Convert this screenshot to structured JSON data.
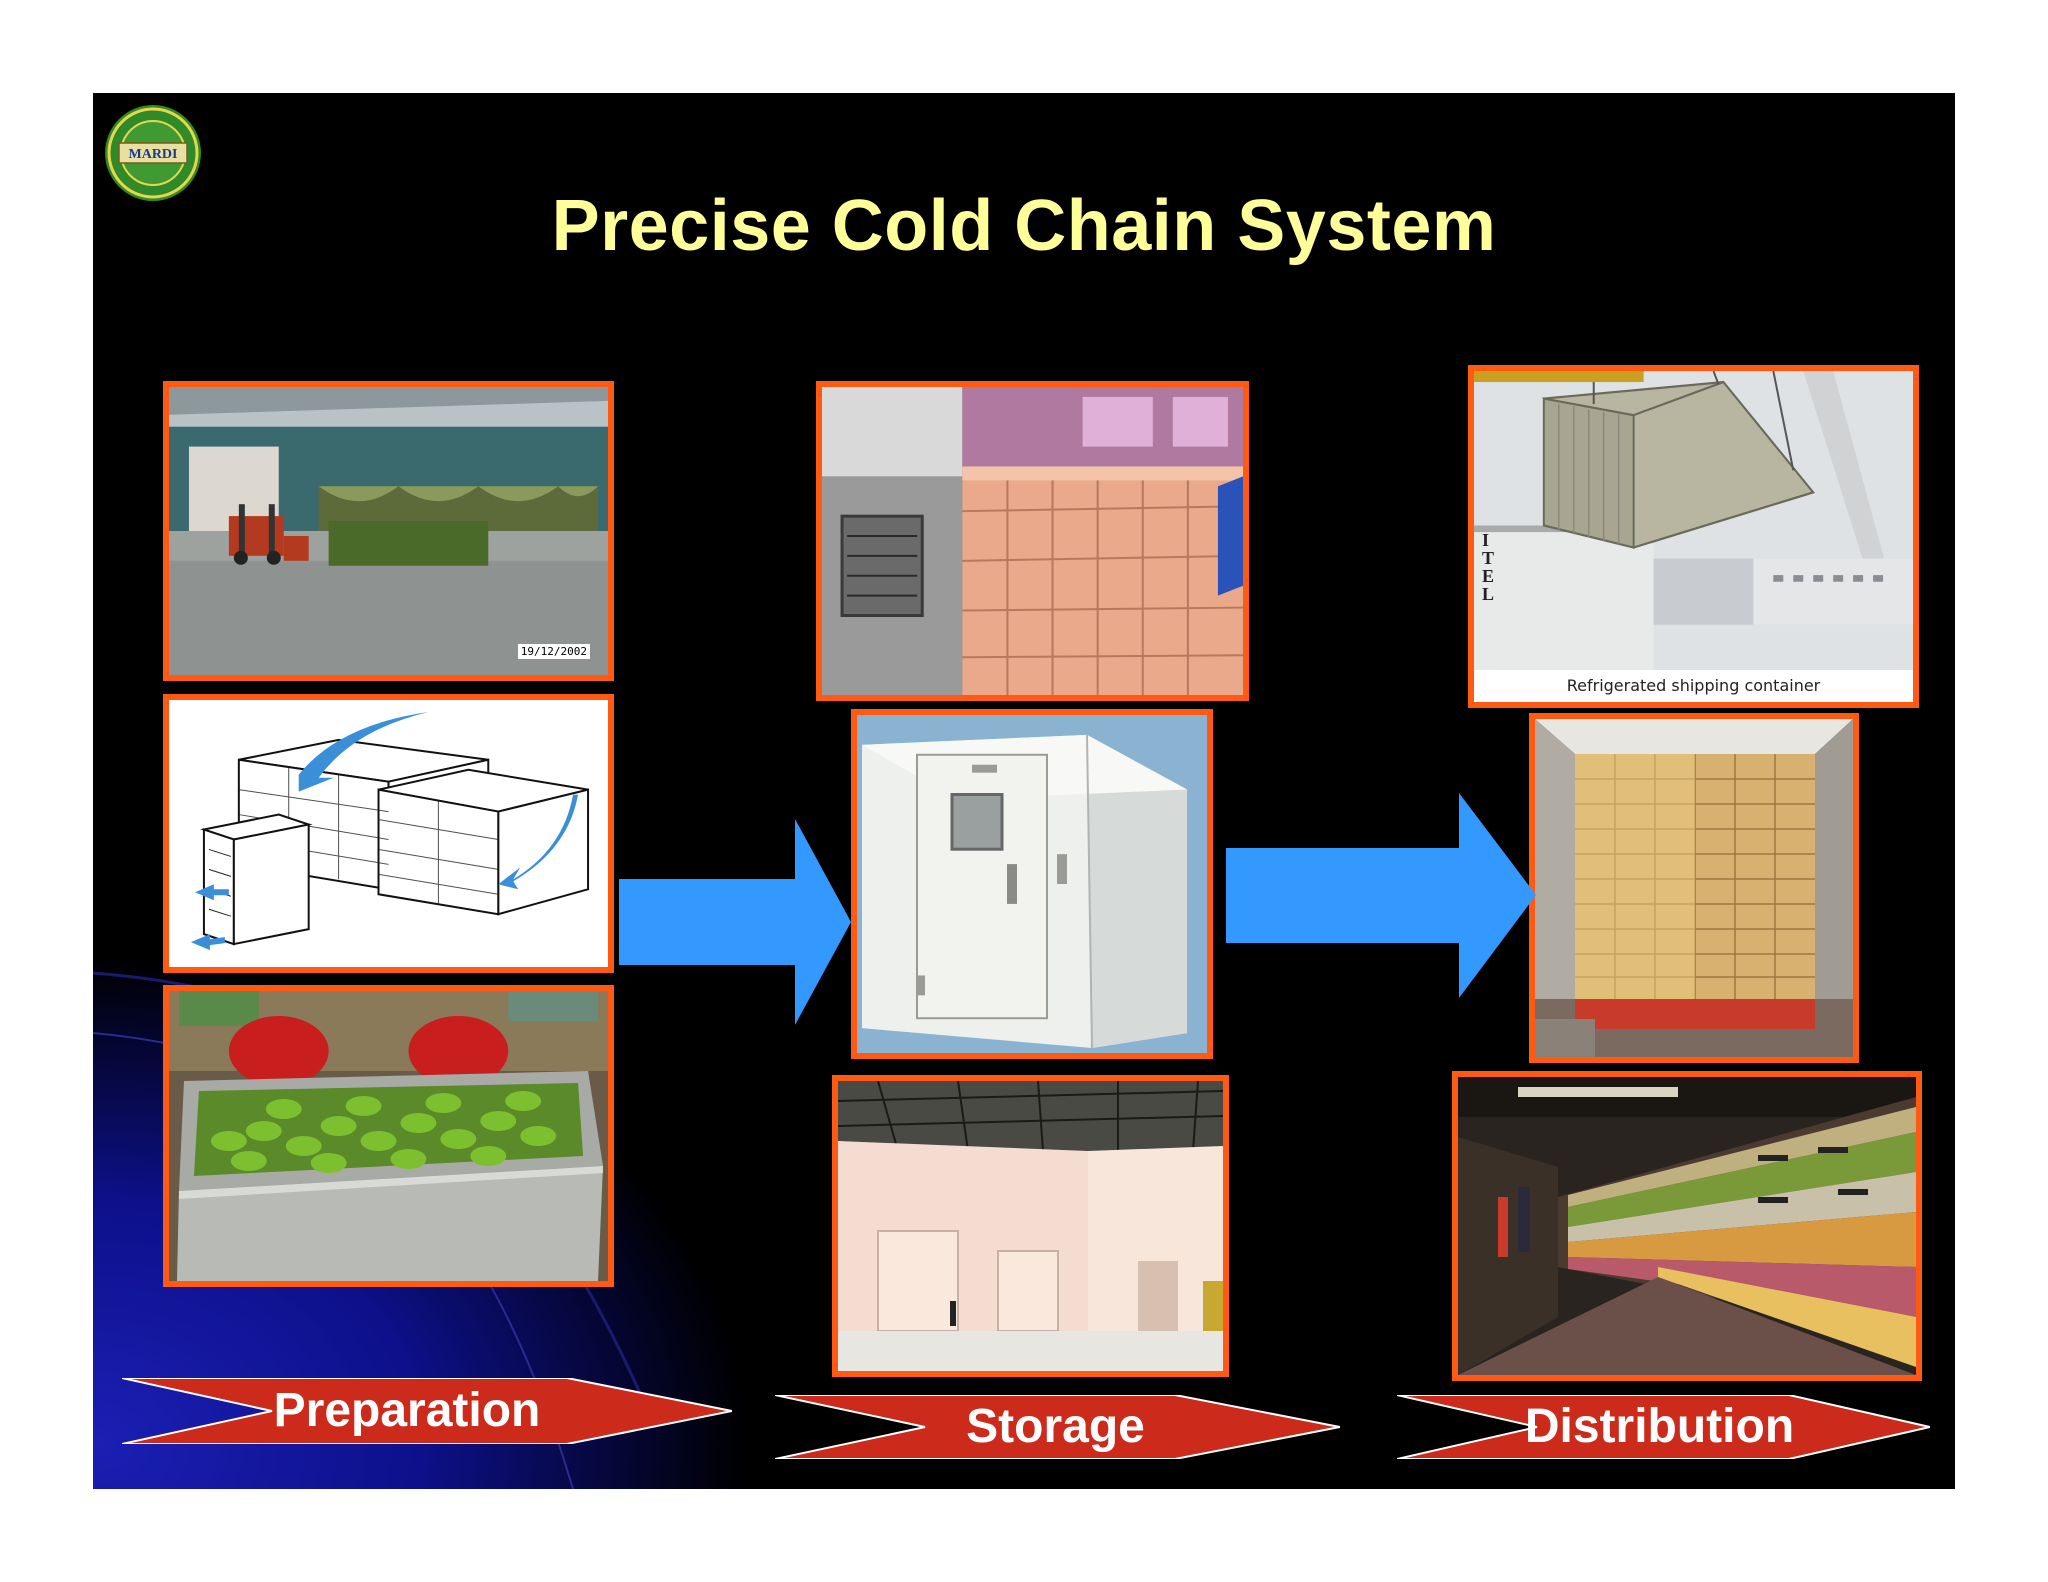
{
  "slide": {
    "title": "Precise Cold Chain System",
    "logo_text": "MARDI"
  },
  "photos": {
    "prep_warehouse_date": "19/12/2002",
    "dist_container_caption": "Refrigerated shipping container",
    "container_lettering": "I T E L"
  },
  "stages": [
    {
      "label": "Preparation"
    },
    {
      "label": "Storage"
    },
    {
      "label": "Distribution"
    }
  ],
  "colors": {
    "background": "#000000",
    "title": "#ffff99",
    "frame": "#ff5a14",
    "arrow": "#3399ff",
    "banner": "#cc2a1a"
  }
}
